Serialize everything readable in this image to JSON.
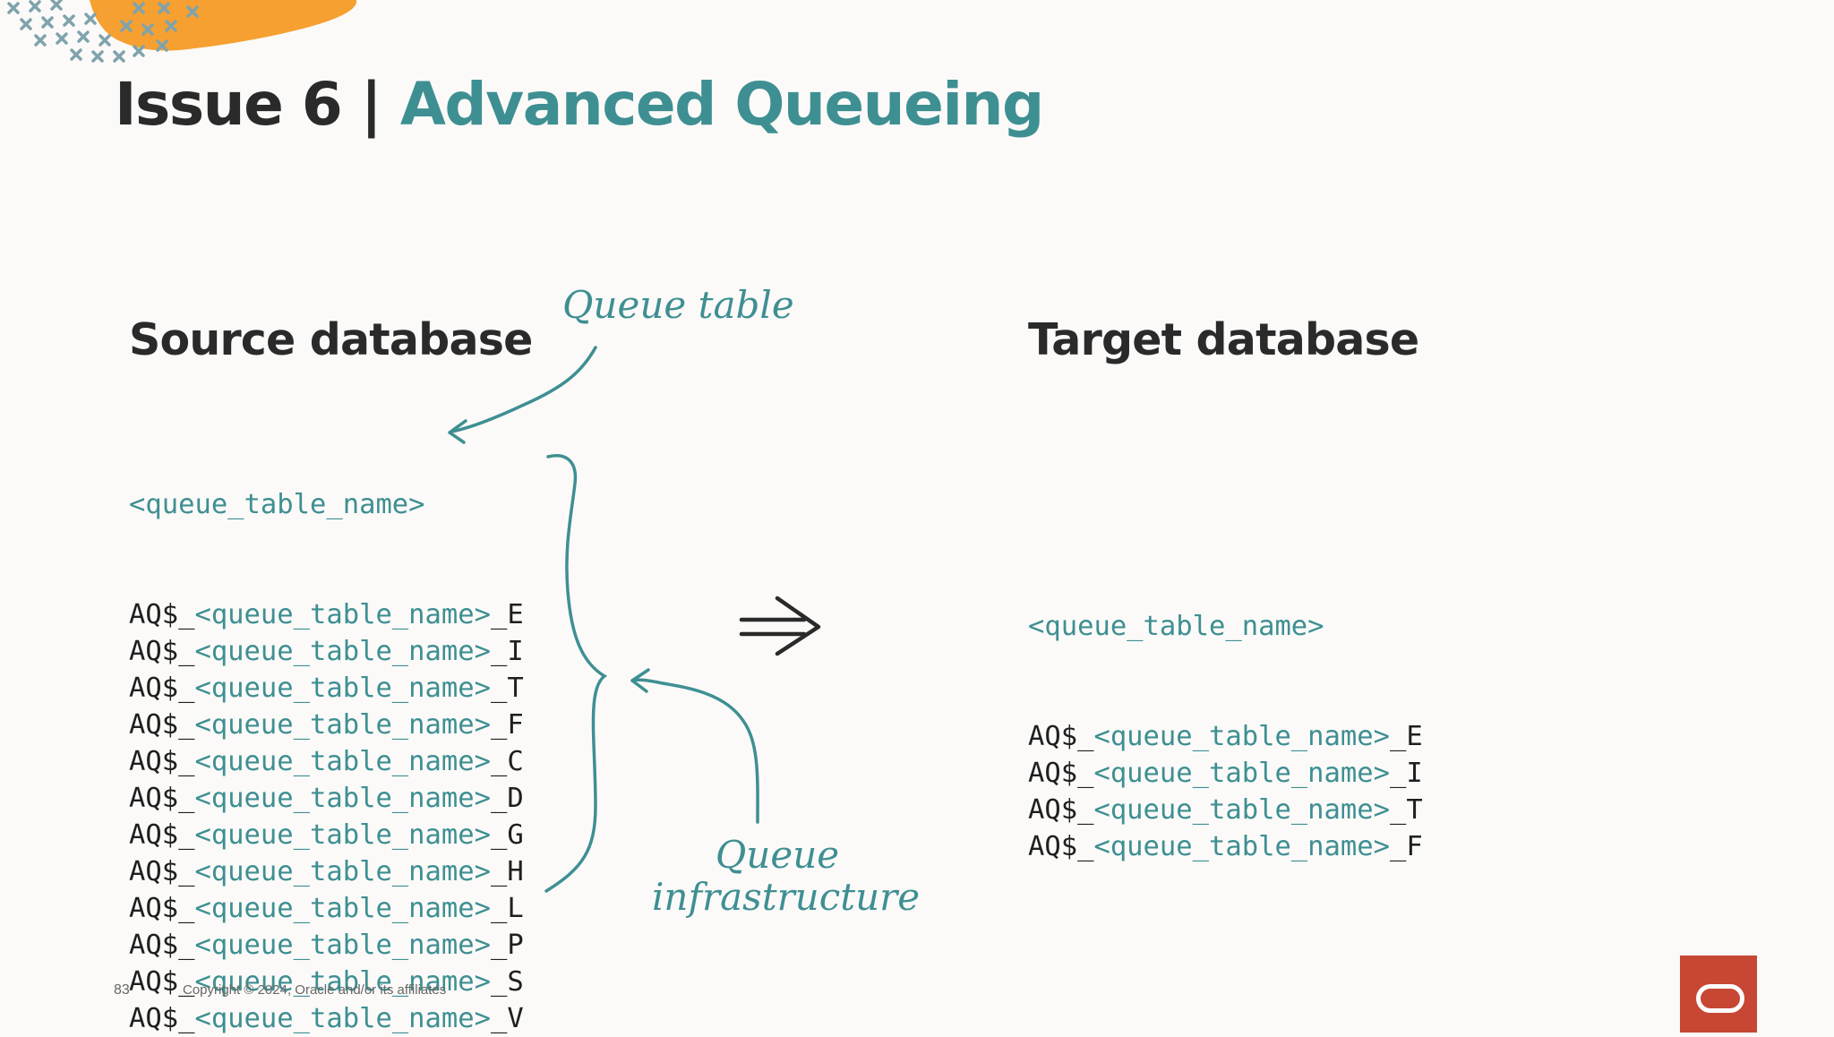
{
  "slide": {
    "title_main": "Issue 6 | ",
    "title_accent": "Advanced Queueing",
    "source_heading": "Source database",
    "target_heading": "Target database",
    "source_first_line": "<queue_table_name>",
    "target_first_line": "<queue_table_name>",
    "prefix": "AQ$_",
    "placeholder": "<queue_table_name>",
    "source_suffixes": [
      "_E",
      "_I",
      "_T",
      "_F",
      "_C",
      "_D",
      "_G",
      "_H",
      "_L",
      "_P",
      "_S",
      "_V"
    ],
    "target_suffixes": [
      "_E",
      "_I",
      "_T",
      "_F"
    ],
    "annotation_queue_table": "Queue table",
    "annotation_infra_line1": "Queue",
    "annotation_infra_line2": "infrastructure",
    "arrow_symbol": "double-right-arrow"
  },
  "footer": {
    "page_number": "83",
    "copyright": "Copyright © 2024, Oracle and/or its affiliates"
  },
  "colors": {
    "accent": "#3e8f92",
    "orange": "#f5a030",
    "oracle_red": "#c74634",
    "text": "#2a2a2a"
  }
}
